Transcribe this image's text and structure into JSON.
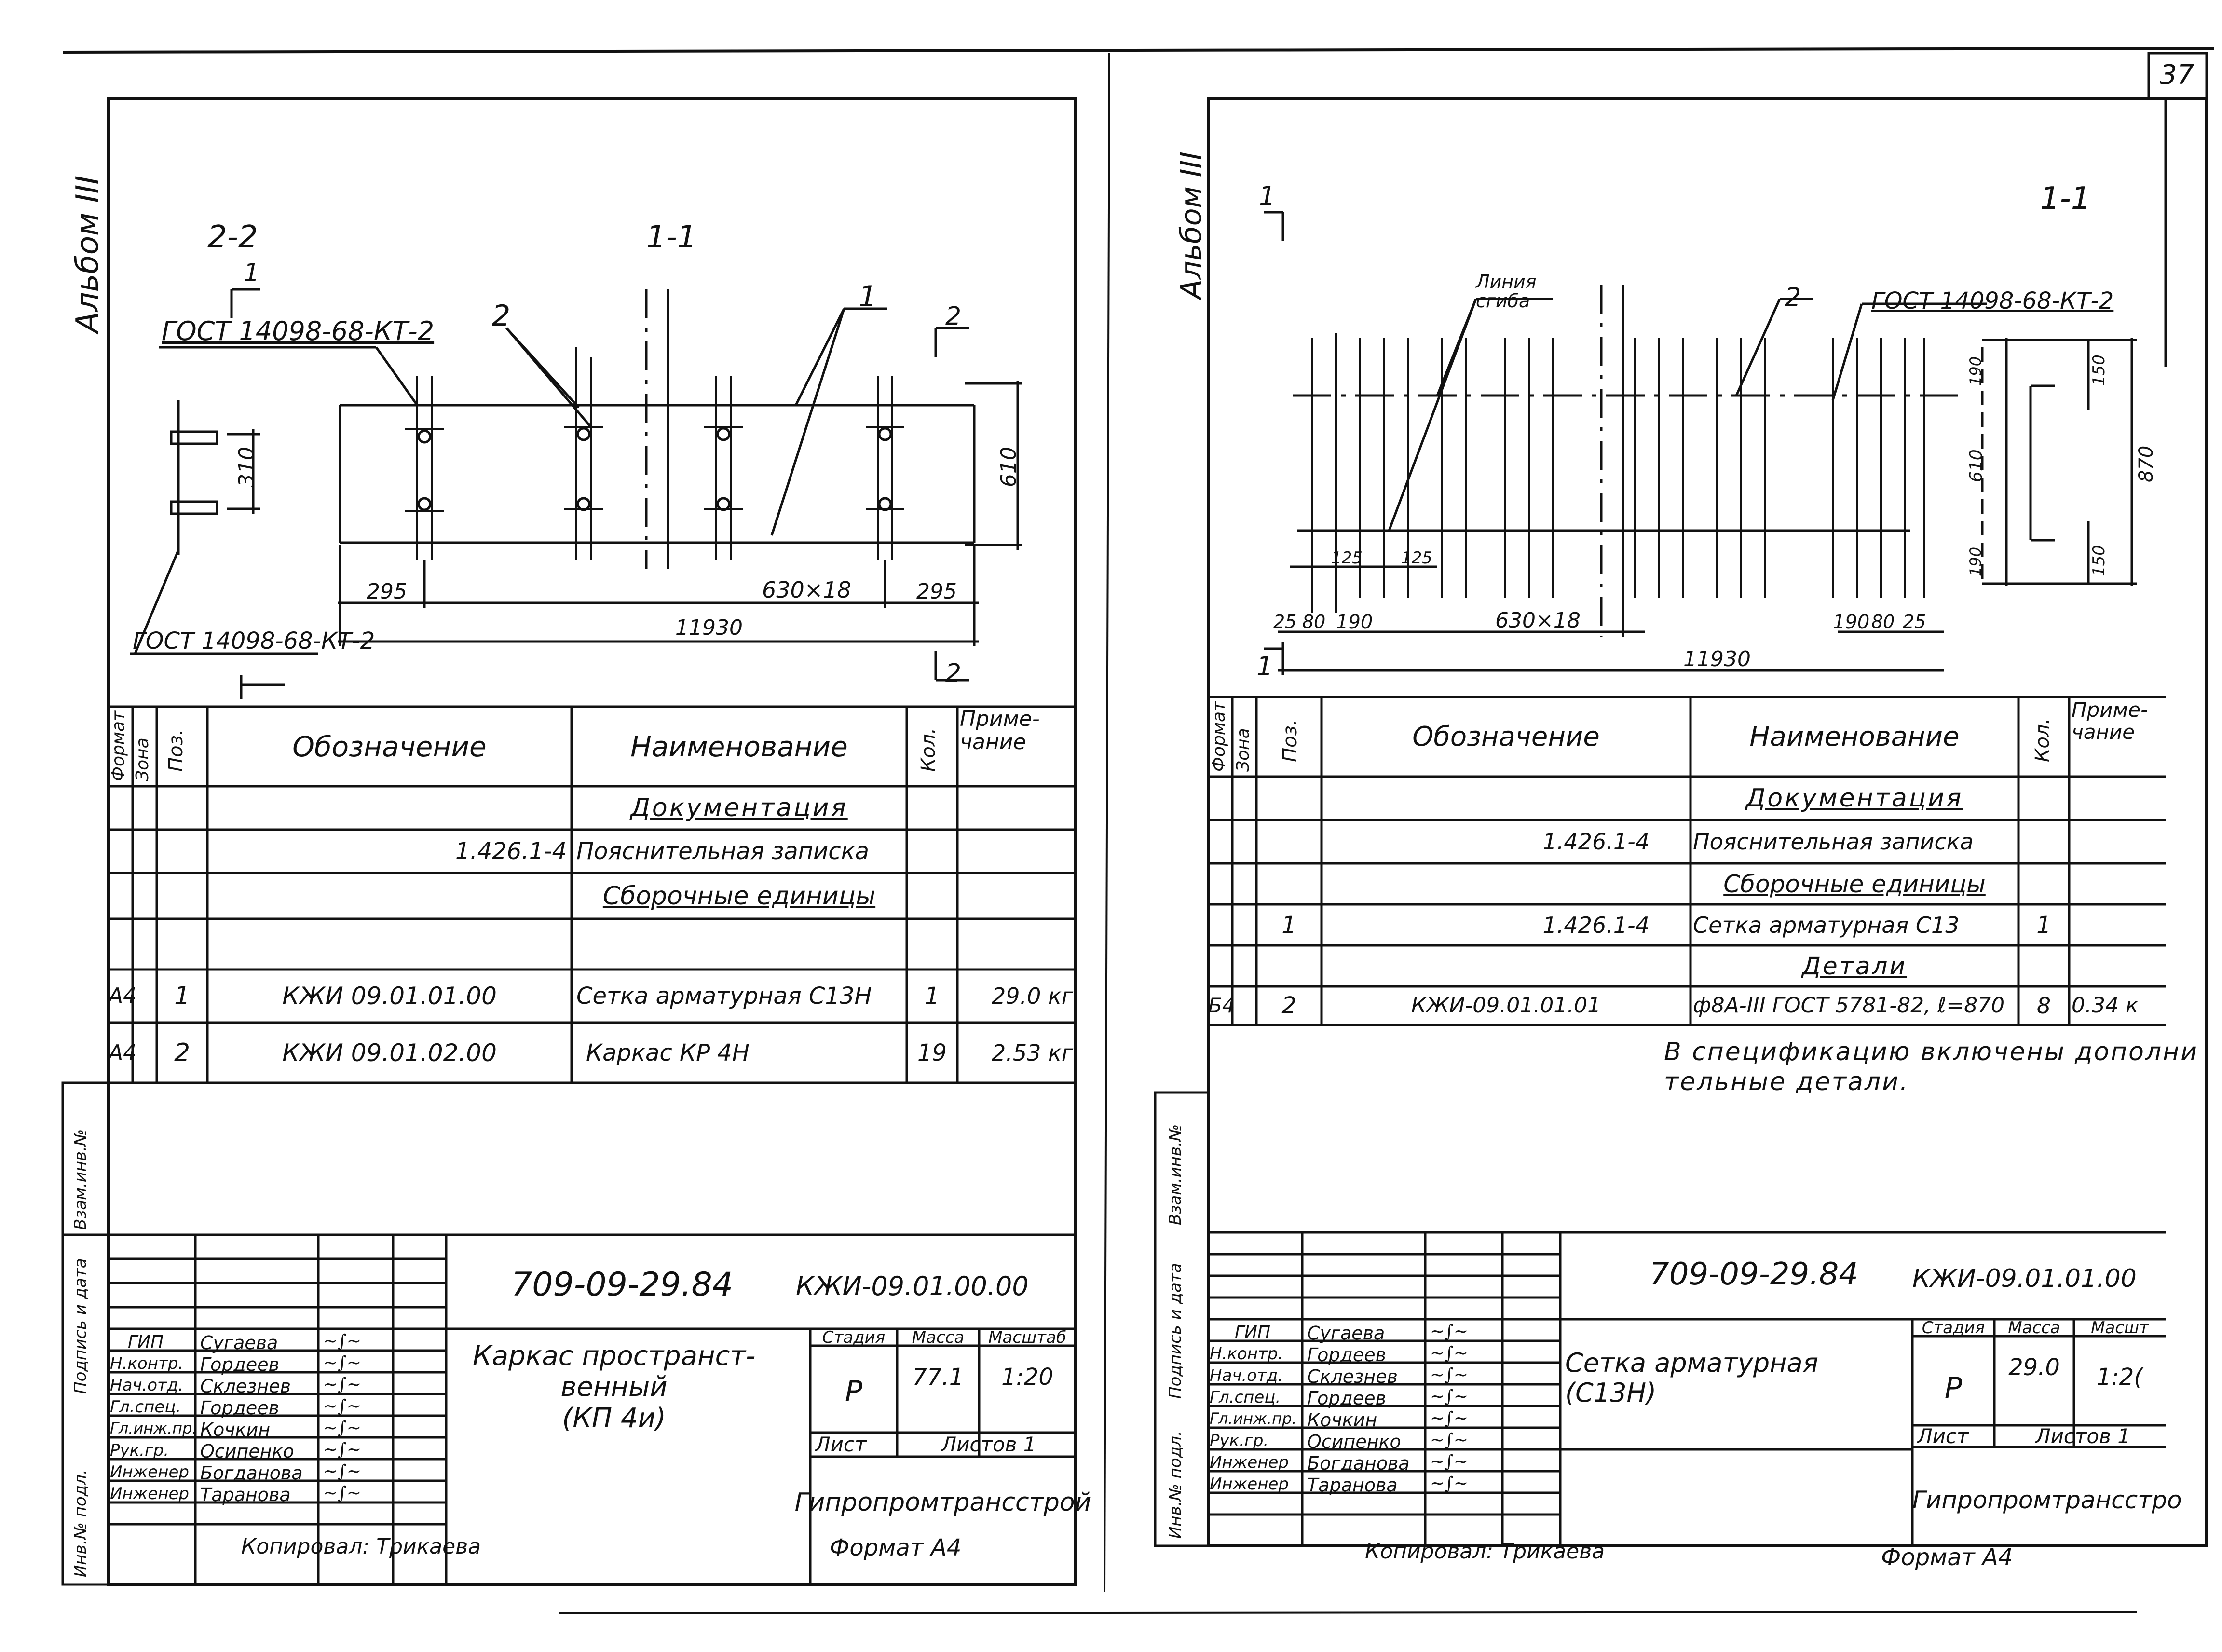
{
  "page_number": "37",
  "left_sheet": {
    "album": "Альбом III",
    "section_2_2": "2-2",
    "section_1_1": "1-1",
    "section_mark_1": "1",
    "section_mark_2": "2",
    "gost_top": "ГОСТ 14098-68-КТ-2",
    "gost_bottom": "ГОСТ 14098-68-КТ-2",
    "callout_2": "2",
    "callout_1": "1",
    "dim_310": "310",
    "dim_610": "610",
    "dim_295_left": "295",
    "dim_630x18": "630×18",
    "dim_295_right": "295",
    "dim_11930": "11930",
    "spec_headers": {
      "format": "Формат",
      "zone": "Зона",
      "pos": "Поз.",
      "designation": "Обозначение",
      "name": "Наименование",
      "qty": "Кол.",
      "note": "Приме-\nчание"
    },
    "spec_rows": [
      {
        "format": "",
        "pos": "",
        "designation": "",
        "name": "Документация",
        "qty": "",
        "note": "",
        "heading": true
      },
      {
        "format": "",
        "pos": "",
        "designation": "1.426.1-4",
        "name": "Пояснительная записка",
        "qty": "",
        "note": ""
      },
      {
        "format": "",
        "pos": "",
        "designation": "",
        "name": "Сборочные единицы",
        "qty": "",
        "note": "",
        "heading": true
      },
      {
        "format": "",
        "pos": "",
        "designation": "",
        "name": "",
        "qty": "",
        "note": ""
      },
      {
        "format": "А4",
        "pos": "1",
        "designation": "КЖИ 09.01.01.00",
        "name": "Сетка арматурная С13Н",
        "qty": "1",
        "note": "29.0 кг"
      },
      {
        "format": "А4",
        "pos": "2",
        "designation": "КЖИ 09.01.02.00",
        "name": "Каркас КР 4Н",
        "qty": "19",
        "note": "2.53 кг"
      }
    ],
    "side_labels": [
      "Взам.инв.№",
      "Подпись и дата",
      "Инв.№ подл."
    ],
    "title_block": {
      "doc_number": "709-09-29.84",
      "code": "КЖИ-09.01.00.00",
      "title": "Каркас пространст-\nвенный\n(КП 4и)",
      "stage_label": "Стадия",
      "mass_label": "Масса",
      "scale_label": "Масштаб",
      "stage": "Р",
      "mass": "77.1",
      "scale": "1:20",
      "sheet_label": "Лист",
      "sheets_label": "Листов 1",
      "org": "Гипропромтрансстрой",
      "roles": [
        "ГИП",
        "Н.контр.",
        "Нач.отд.",
        "Гл.спец.",
        "Гл.инж.пр.",
        "Рук.гр.",
        "Инженер",
        "Инженер"
      ],
      "names": [
        "Сугаева",
        "Гордеев",
        "Склезнев",
        "Гордеев",
        "Кочкин",
        "Осипенко",
        "Богданова",
        "Таранова"
      ]
    },
    "copied": "Копировал: Трикаева",
    "format": "Формат А4"
  },
  "right_sheet": {
    "album": "Альбом III",
    "section_1_1": "1-1",
    "section_mark_1": "1",
    "bend_line": "Линия\nсгиба",
    "callout_2": "2",
    "gost": "ГОСТ 14098-68-КТ-2",
    "dim_190_top": "190",
    "dim_610": "610",
    "dim_190_bottom": "190",
    "dim_150_top": "150",
    "dim_870": "870",
    "dim_150_bottom": "150",
    "dim_125a": "125",
    "dim_125b": "125",
    "dim_25_left": "25",
    "dim_80_left": "80",
    "dim_190_left": "190",
    "dim_630x18": "630×18",
    "dim_190_right": "190",
    "dim_80_right": "80",
    "dim_25_right": "25",
    "dim_11930": "11930",
    "spec_rows": [
      {
        "format": "",
        "pos": "",
        "designation": "",
        "name": "Документация",
        "qty": "",
        "note": "",
        "heading": true
      },
      {
        "format": "",
        "pos": "",
        "designation": "1.426.1-4",
        "name": "Пояснительная записка",
        "qty": "",
        "note": ""
      },
      {
        "format": "",
        "pos": "",
        "designation": "",
        "name": "Сборочные единицы",
        "qty": "",
        "note": "",
        "heading": true
      },
      {
        "format": "",
        "pos": "1",
        "designation": "1.426.1-4",
        "name": "Сетка арматурная С13",
        "qty": "1",
        "note": ""
      },
      {
        "format": "",
        "pos": "",
        "designation": "",
        "name": "Детали",
        "qty": "",
        "note": "",
        "heading": true
      },
      {
        "format": "Б4",
        "pos": "2",
        "designation": "КЖИ-09.01.01.01",
        "name": "ф8А-III ГОСТ 5781-82, ℓ=870",
        "qty": "8",
        "note": "0.34 к"
      }
    ],
    "remark": "В спецификацию включены дополни\nтельные детали.",
    "side_labels": [
      "Взам.инв.№",
      "Подпись и дата",
      "Инв.№ подл."
    ],
    "title_block": {
      "doc_number": "709-09-29.84",
      "code": "КЖИ-09.01.01.00",
      "title": "Сетка арматурная\n(С13Н)",
      "stage_label": "Стадия",
      "mass_label": "Масса",
      "scale_label": "Масшт",
      "stage": "Р",
      "mass": "29.0",
      "scale": "1:2(",
      "sheet_label": "Лист",
      "sheets_label": "Листов 1",
      "org": "Гипропромтрансстро",
      "roles": [
        "ГИП",
        "Н.контр.",
        "Нач.отд.",
        "Гл.спец.",
        "Гл.инж.пр.",
        "Рук.гр.",
        "Инженер",
        "Инженер"
      ],
      "names": [
        "Сугаева",
        "Гордеев",
        "Склезнев",
        "Гордеев",
        "Кочкин",
        "Осипенко",
        "Богданова",
        "Таранова"
      ]
    },
    "copied": "Копировал: Трикаева",
    "format": "Формат А4"
  }
}
